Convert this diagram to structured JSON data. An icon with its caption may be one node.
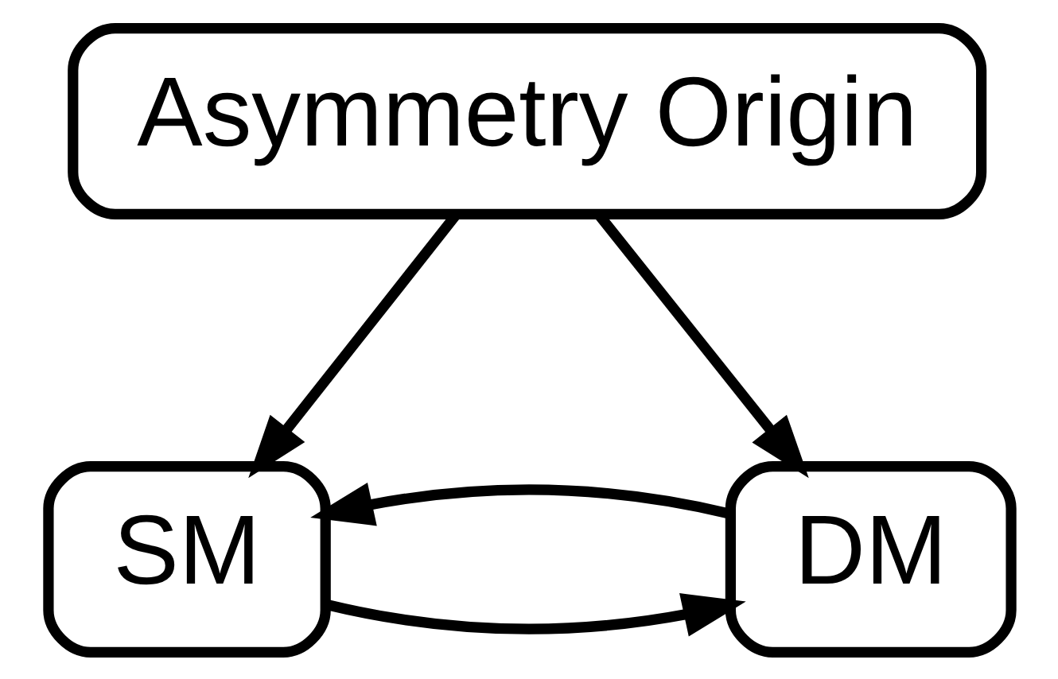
{
  "diagram": {
    "nodes": [
      {
        "text": [
          "Asymmetry Origin"
        ]
      },
      {
        "text": [
          "SM"
        ]
      },
      {
        "text": [
          "DM"
        ]
      }
    ],
    "edges": [
      {
        "from": 0,
        "to": 1,
        "arrow": "to"
      },
      {
        "from": 0,
        "to": 2,
        "arrow": "to"
      },
      {
        "from": 1,
        "to": 2,
        "arrow": "to"
      },
      {
        "from": 2,
        "to": 1,
        "arrow": "to"
      }
    ]
  }
}
